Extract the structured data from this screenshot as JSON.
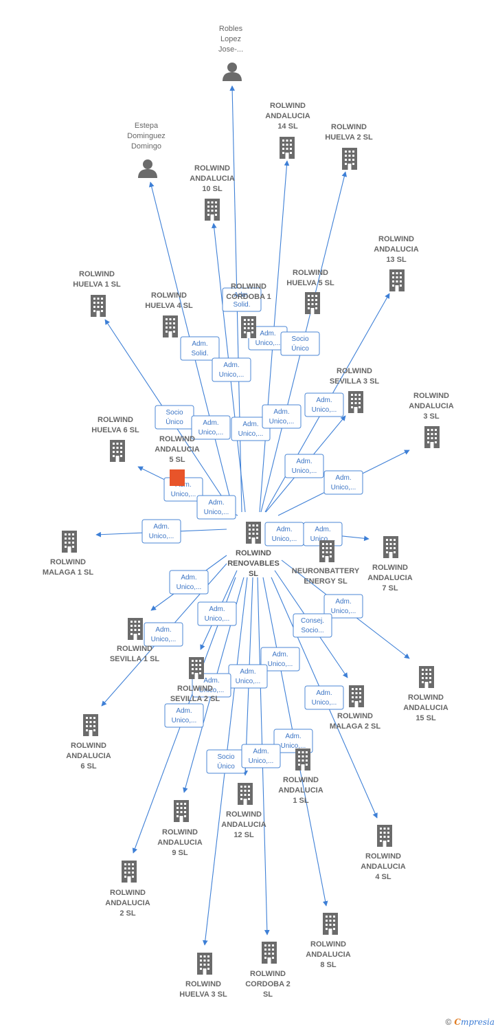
{
  "center": {
    "id": "rolwind-renovables",
    "label": [
      "ROLWIND",
      "RENOVABLES",
      "SL"
    ]
  },
  "colors": {
    "edge": "#3d7fd6",
    "badge_border": "#4a86d4",
    "badge_text": "#3b74c4",
    "node": "#6b6b6b",
    "highlight": "#e8542a"
  },
  "nodes": [
    {
      "id": "robles",
      "type": "person",
      "label": [
        "Robles",
        "Lopez",
        "Jose-..."
      ]
    },
    {
      "id": "estepa",
      "type": "person",
      "label": [
        "Estepa",
        "Dominguez",
        "Domingo"
      ]
    },
    {
      "id": "andalucia-14",
      "type": "company",
      "label": [
        "ROLWIND",
        "ANDALUCIA",
        "14  SL"
      ]
    },
    {
      "id": "huelva-2",
      "type": "company",
      "label": [
        "ROLWIND",
        "HUELVA 2  SL"
      ]
    },
    {
      "id": "andalucia-10",
      "type": "company",
      "label": [
        "ROLWIND",
        "ANDALUCIA",
        "10  SL"
      ]
    },
    {
      "id": "andalucia-13",
      "type": "company",
      "label": [
        "ROLWIND",
        "ANDALUCIA",
        "13  SL"
      ]
    },
    {
      "id": "huelva-1",
      "type": "company",
      "label": [
        "ROLWIND",
        "HUELVA 1  SL"
      ]
    },
    {
      "id": "cordoba-1",
      "type": "company",
      "label": [
        "ROLWIND",
        "CORDOBA 1"
      ]
    },
    {
      "id": "huelva-5",
      "type": "company",
      "label": [
        "ROLWIND",
        "HUELVA 5  SL"
      ]
    },
    {
      "id": "huelva-4",
      "type": "company",
      "label": [
        "ROLWIND",
        "HUELVA 4  SL"
      ]
    },
    {
      "id": "sevilla-3",
      "type": "company",
      "label": [
        "ROLWIND",
        "SEVILLA 3  SL"
      ]
    },
    {
      "id": "andalucia-3",
      "type": "company",
      "label": [
        "ROLWIND",
        "ANDALUCIA",
        "3  SL"
      ]
    },
    {
      "id": "huelva-6",
      "type": "company",
      "label": [
        "ROLWIND",
        "HUELVA 6  SL"
      ]
    },
    {
      "id": "andalucia-5",
      "type": "company",
      "highlight": true,
      "label": [
        "ROLWIND",
        "ANDALUCIA",
        "5  SL"
      ]
    },
    {
      "id": "malaga-1",
      "type": "company",
      "label": [
        "ROLWIND",
        "MALAGA 1  SL"
      ]
    },
    {
      "id": "neuronbattery",
      "type": "company",
      "label": [
        "NEURONBATTERY",
        "ENERGY  SL"
      ]
    },
    {
      "id": "andalucia-7",
      "type": "company",
      "label": [
        "ROLWIND",
        "ANDALUCIA",
        "7  SL"
      ]
    },
    {
      "id": "sevilla-1",
      "type": "company",
      "label": [
        "ROLWIND",
        "SEVILLA 1  SL"
      ]
    },
    {
      "id": "sevilla-2",
      "type": "company",
      "label": [
        "ROLWIND",
        "SEVILLA 2  SL"
      ]
    },
    {
      "id": "andalucia-15",
      "type": "company",
      "label": [
        "ROLWIND",
        "ANDALUCIA",
        "15  SL"
      ]
    },
    {
      "id": "andalucia-6",
      "type": "company",
      "label": [
        "ROLWIND",
        "ANDALUCIA",
        "6  SL"
      ]
    },
    {
      "id": "malaga-2",
      "type": "company",
      "label": [
        "ROLWIND",
        "MALAGA 2  SL"
      ]
    },
    {
      "id": "andalucia-1",
      "type": "company",
      "label": [
        "ROLWIND",
        "ANDALUCIA",
        "1  SL"
      ]
    },
    {
      "id": "andalucia-12",
      "type": "company",
      "label": [
        "ROLWIND",
        "ANDALUCIA",
        "12  SL"
      ]
    },
    {
      "id": "andalucia-9",
      "type": "company",
      "label": [
        "ROLWIND",
        "ANDALUCIA",
        "9  SL"
      ]
    },
    {
      "id": "andalucia-4",
      "type": "company",
      "label": [
        "ROLWIND",
        "ANDALUCIA",
        "4  SL"
      ]
    },
    {
      "id": "andalucia-2",
      "type": "company",
      "label": [
        "ROLWIND",
        "ANDALUCIA",
        "2  SL"
      ]
    },
    {
      "id": "andalucia-8",
      "type": "company",
      "label": [
        "ROLWIND",
        "ANDALUCIA",
        "8  SL"
      ]
    },
    {
      "id": "huelva-3",
      "type": "company",
      "label": [
        "ROLWIND",
        "HUELVA 3  SL"
      ]
    },
    {
      "id": "cordoba-2",
      "type": "company",
      "label": [
        "ROLWIND",
        "CORDOBA 2",
        "SL"
      ]
    }
  ],
  "edges": [
    {
      "id": "e-robles",
      "badge": [
        "Adm.",
        "Solid."
      ]
    },
    {
      "id": "e-estepa",
      "badge": [
        "Adm.",
        "Solid."
      ]
    },
    {
      "id": "e-andalucia-14",
      "badge": [
        "Adm.",
        "Unico,..."
      ]
    },
    {
      "id": "e-huelva-2",
      "badge": [
        "Socio",
        "Único"
      ]
    },
    {
      "id": "e-andalucia-10",
      "badge": [
        "Adm.",
        "Unico,..."
      ]
    },
    {
      "id": "e-andalucia-13",
      "badge": [
        "Adm.",
        "Unico,..."
      ]
    },
    {
      "id": "e-huelva-1",
      "badge": [
        "Socio",
        "Único"
      ]
    },
    {
      "id": "e-huelva-4",
      "badge": [
        "Adm.",
        "Unico,..."
      ]
    },
    {
      "id": "e-cordoba-1",
      "badge": [
        "Adm.",
        "Unico,..."
      ]
    },
    {
      "id": "e-huelva-5",
      "badge": [
        "Adm.",
        "Unico,..."
      ]
    },
    {
      "id": "e-sevilla-3",
      "badge": [
        "Adm.",
        "Unico,..."
      ]
    },
    {
      "id": "e-andalucia-3",
      "badge": [
        "Adm.",
        "Unico,..."
      ]
    },
    {
      "id": "e-huelva-6",
      "badge": [
        "Adm.",
        "Unico,..."
      ]
    },
    {
      "id": "e-andalucia-5",
      "badge": [
        "Adm.",
        "Unico,..."
      ]
    },
    {
      "id": "e-malaga-1",
      "badge": [
        "Adm.",
        "Unico,..."
      ]
    },
    {
      "id": "e-neuronbattery",
      "badge": [
        "Adm.",
        "Unico,..."
      ]
    },
    {
      "id": "e-andalucia-7",
      "badge": [
        "Adm.",
        "Unico,..."
      ]
    },
    {
      "id": "e-sevilla-1",
      "badge": [
        "Adm.",
        "Unico,..."
      ]
    },
    {
      "id": "e-sevilla-2",
      "badge": [
        "Adm.",
        "Unico,..."
      ]
    },
    {
      "id": "e-andalucia-15",
      "badge": [
        "Adm.",
        "Unico,..."
      ]
    },
    {
      "id": "e-malaga-2",
      "badge": [
        "Consej.",
        "Socio..."
      ]
    },
    {
      "id": "e-andalucia-6",
      "badge": [
        "Adm.",
        "Unico,..."
      ]
    },
    {
      "id": "e-andalucia-1",
      "badge": [
        "Adm.",
        "Unico,..."
      ]
    },
    {
      "id": "e-andalucia-12",
      "badge": [
        "Adm.",
        "Unico,..."
      ]
    },
    {
      "id": "e-andalucia-9",
      "badge": [
        "Adm.",
        "Unico,..."
      ]
    },
    {
      "id": "e-andalucia-4",
      "badge": [
        "Adm.",
        "Unico,..."
      ]
    },
    {
      "id": "e-andalucia-2",
      "badge": [
        "Adm.",
        "Unico,..."
      ]
    },
    {
      "id": "e-andalucia-8",
      "badge": [
        "Adm.",
        "Unico,..."
      ]
    },
    {
      "id": "e-huelva-3",
      "badge": [
        "Socio",
        "Único"
      ]
    },
    {
      "id": "e-cordoba-2",
      "badge": [
        "Adm.",
        "Unico,..."
      ]
    }
  ],
  "footer": {
    "copyright": "©",
    "brand_first": "C",
    "brand_rest": "mpresia"
  }
}
